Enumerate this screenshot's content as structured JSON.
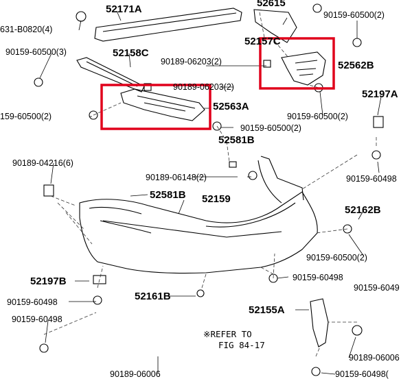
{
  "labels": [
    {
      "id": "p52171A",
      "text": "52171A",
      "size": "big"
    },
    {
      "id": "p52615",
      "text": "52615",
      "size": "big"
    },
    {
      "id": "p90159_60500_tr",
      "text": "90159-60500(2)",
      "size": "sm"
    },
    {
      "id": "pB0820",
      "text": "631-B0820(4)",
      "size": "sm"
    },
    {
      "id": "p52157C",
      "text": "52157C",
      "size": "big"
    },
    {
      "id": "p90159_60500_3",
      "text": "90159-60500(3)",
      "size": "sm"
    },
    {
      "id": "p52158C",
      "text": "52158C",
      "size": "big"
    },
    {
      "id": "p90189_06203_a",
      "text": "90189-06203(2)",
      "size": "sm"
    },
    {
      "id": "p52562B",
      "text": "52562B",
      "size": "big"
    },
    {
      "id": "p90189_06203_b",
      "text": "90189-06203(2)",
      "size": "sm"
    },
    {
      "id": "p52563A",
      "text": "52563A",
      "size": "big"
    },
    {
      "id": "p52197A",
      "text": "52197A",
      "size": "big"
    },
    {
      "id": "p159_60500",
      "text": "159-60500(2)",
      "size": "sm"
    },
    {
      "id": "p90159_60500_r",
      "text": "90159-60500(2)",
      "size": "sm"
    },
    {
      "id": "p90159_60500_b",
      "text": "90159-60500(2)",
      "size": "sm"
    },
    {
      "id": "p52581B_a",
      "text": "52581B",
      "size": "big"
    },
    {
      "id": "p90189_04216",
      "text": "90189-04216(6)",
      "size": "sm"
    },
    {
      "id": "p90189_06148",
      "text": "90189-06148(2)",
      "size": "sm"
    },
    {
      "id": "p90159_60498_r",
      "text": "90159-60498",
      "size": "sm"
    },
    {
      "id": "p52581B_b",
      "text": "52581B",
      "size": "big"
    },
    {
      "id": "p52159",
      "text": "52159",
      "size": "big"
    },
    {
      "id": "p52162B",
      "text": "52162B",
      "size": "big"
    },
    {
      "id": "p90159_60500_lr",
      "text": "90159-60500(2)",
      "size": "sm"
    },
    {
      "id": "p90159_60498_m",
      "text": "90159-60498",
      "size": "sm"
    },
    {
      "id": "p52197B",
      "text": "52197B",
      "size": "big"
    },
    {
      "id": "p90159_6049",
      "text": "90159-6049",
      "size": "sm"
    },
    {
      "id": "p52161B",
      "text": "52161B",
      "size": "big"
    },
    {
      "id": "p90159_60498_l1",
      "text": "90159-60498",
      "size": "sm"
    },
    {
      "id": "p52155A",
      "text": "52155A",
      "size": "big"
    },
    {
      "id": "p90159_60498_l2",
      "text": "90159-60498",
      "size": "sm"
    },
    {
      "id": "pRefer",
      "text": "※REFER TO",
      "size": "note"
    },
    {
      "id": "pFig",
      "text": "FIG 84-17",
      "size": "note"
    },
    {
      "id": "p90189_06006_r",
      "text": "90189-06006",
      "size": "sm"
    },
    {
      "id": "p90189_06006_b",
      "text": "90189-06006",
      "size": "sm"
    },
    {
      "id": "p90159_60498_br",
      "text": "90159-60498(",
      "size": "sm"
    }
  ],
  "colors": {
    "ink": "#000000",
    "highlight": "#e0001b",
    "dash": "#333333"
  }
}
